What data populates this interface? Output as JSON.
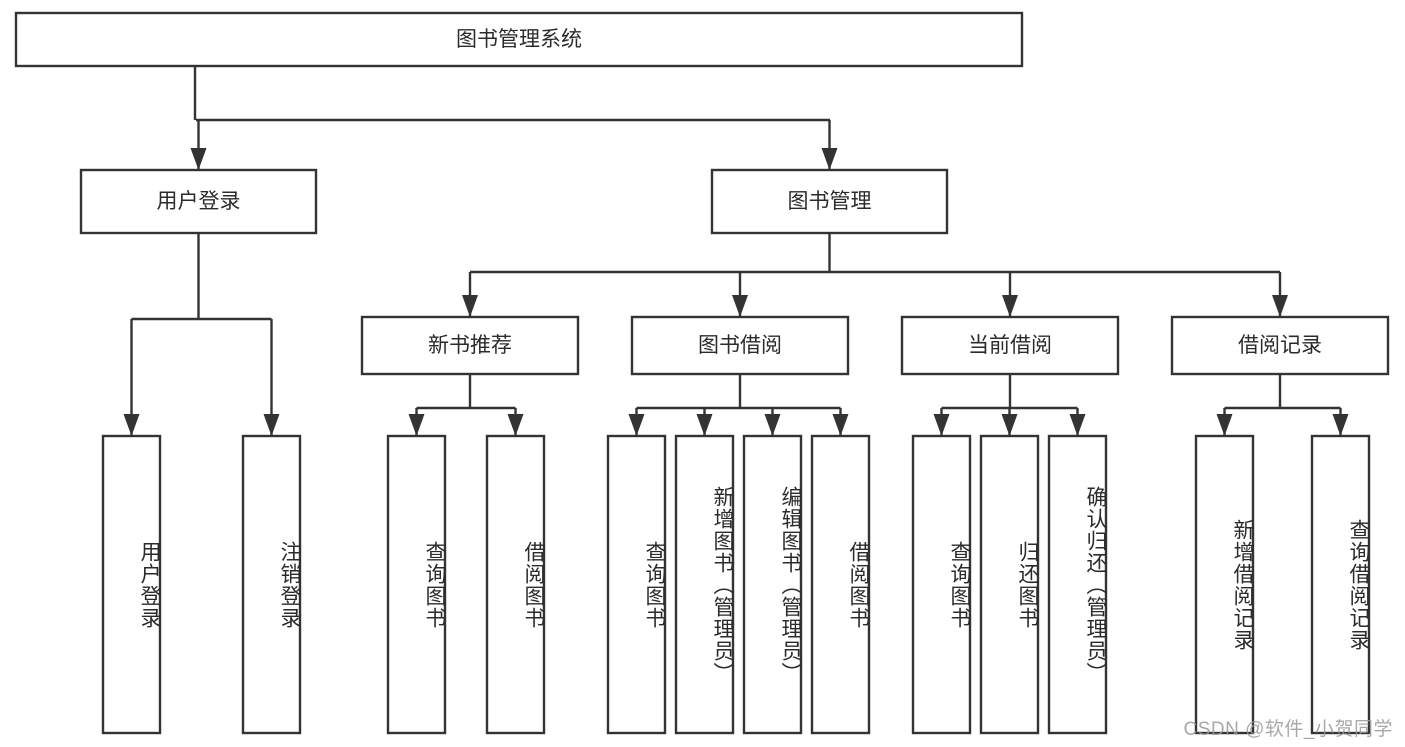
{
  "diagram": {
    "type": "tree",
    "orientation": "top-down",
    "style": {
      "box_fill": "#ffffff",
      "box_stroke": "#333333",
      "text_color": "#2b2b2b",
      "background": "#ffffff",
      "watermark_color": "#9a9a9a"
    },
    "root": {
      "id": "root",
      "label": "图书管理系统",
      "orientation": "horizontal"
    },
    "level1": [
      {
        "id": "user-login",
        "label": "用户登录",
        "orientation": "horizontal"
      },
      {
        "id": "book-manage",
        "label": "图书管理",
        "orientation": "horizontal"
      }
    ],
    "level2": [
      {
        "id": "new-book-recommend",
        "label": "新书推荐",
        "parent": "book-manage",
        "orientation": "horizontal"
      },
      {
        "id": "book-borrow",
        "label": "图书借阅",
        "parent": "book-manage",
        "orientation": "horizontal"
      },
      {
        "id": "current-borrow",
        "label": "当前借阅",
        "parent": "book-manage",
        "orientation": "horizontal"
      },
      {
        "id": "borrow-record",
        "label": "借阅记录",
        "parent": "book-manage",
        "orientation": "horizontal"
      }
    ],
    "leaves": [
      {
        "id": "leaf-user-login",
        "label": "用户登录",
        "parent": "user-login",
        "orientation": "vertical"
      },
      {
        "id": "leaf-logout-login",
        "label": "注销登录",
        "parent": "user-login",
        "orientation": "vertical"
      },
      {
        "id": "leaf-query-book-1",
        "label": "查询图书",
        "parent": "new-book-recommend",
        "orientation": "vertical"
      },
      {
        "id": "leaf-borrow-book-1",
        "label": "借阅图书",
        "parent": "new-book-recommend",
        "orientation": "vertical"
      },
      {
        "id": "leaf-query-book-2",
        "label": "查询图书",
        "parent": "book-borrow",
        "orientation": "vertical"
      },
      {
        "id": "leaf-add-book",
        "label": "新增图书（管理员）",
        "parent": "book-borrow",
        "orientation": "vertical"
      },
      {
        "id": "leaf-edit-book",
        "label": "编辑图书（管理员）",
        "parent": "book-borrow",
        "orientation": "vertical"
      },
      {
        "id": "leaf-borrow-book-2",
        "label": "借阅图书",
        "parent": "book-borrow",
        "orientation": "vertical"
      },
      {
        "id": "leaf-query-book-3",
        "label": "查询图书",
        "parent": "current-borrow",
        "orientation": "vertical"
      },
      {
        "id": "leaf-return-book",
        "label": "归还图书",
        "parent": "current-borrow",
        "orientation": "vertical"
      },
      {
        "id": "leaf-confirm-return",
        "label": "确认归还（管理员）",
        "parent": "current-borrow",
        "orientation": "vertical"
      },
      {
        "id": "leaf-add-record",
        "label": "新增借阅记录",
        "parent": "borrow-record",
        "orientation": "vertical"
      },
      {
        "id": "leaf-query-record",
        "label": "查询借阅记录",
        "parent": "borrow-record",
        "orientation": "vertical"
      }
    ]
  },
  "watermark": {
    "text": "CSDN @软件_小贺同学"
  }
}
